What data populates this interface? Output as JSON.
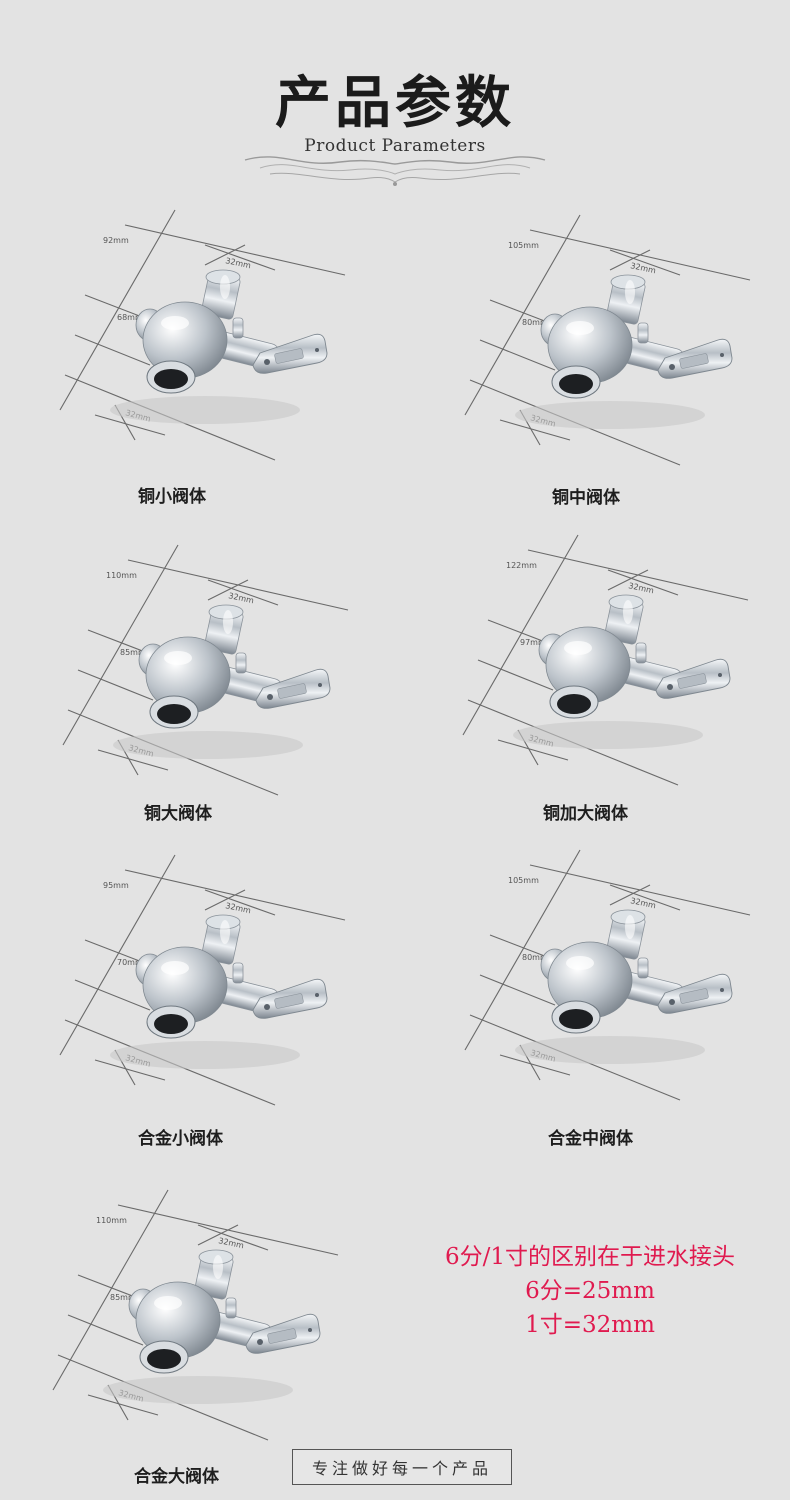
{
  "header": {
    "title": "产品参数",
    "subtitle": "Product Parameters"
  },
  "products": [
    {
      "name": "铜小阀体",
      "width": "92mm",
      "height": "68mm",
      "top": "32mm",
      "bottom": "32mm"
    },
    {
      "name": "铜中阀体",
      "width": "105mm",
      "height": "80mm",
      "top": "32mm",
      "bottom": "32mm"
    },
    {
      "name": "铜大阀体",
      "width": "110mm",
      "height": "85mm",
      "top": "32mm",
      "bottom": "32mm"
    },
    {
      "name": "铜加大阀体",
      "width": "122mm",
      "height": "97mm",
      "top": "32mm",
      "bottom": "32mm"
    },
    {
      "name": "合金小阀体",
      "width": "95mm",
      "height": "70mm",
      "top": "32mm",
      "bottom": "32mm"
    },
    {
      "name": "合金中阀体",
      "width": "105mm",
      "height": "80mm",
      "top": "32mm",
      "bottom": "32mm"
    },
    {
      "name": "合金大阀体",
      "width": "110mm",
      "height": "85mm",
      "top": "32mm",
      "bottom": "32mm"
    }
  ],
  "note": {
    "line1": "6分/1寸的区别在于进水接头",
    "line2": "6分=25mm",
    "line3": "1寸=32mm"
  },
  "footer": {
    "stamp": "专注做好每一个产品"
  }
}
